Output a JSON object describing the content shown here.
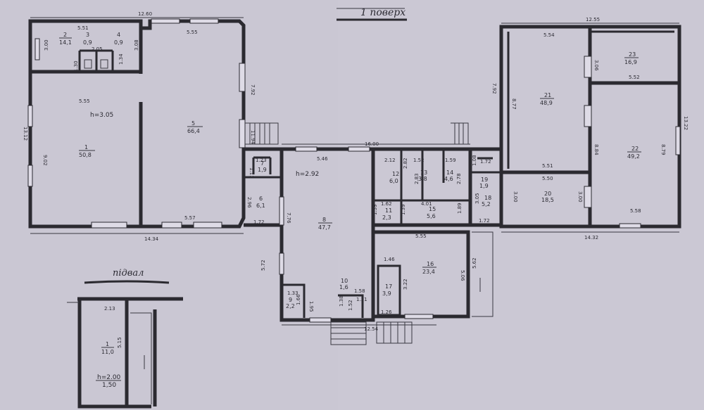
{
  "titles": {
    "floor1": "1 поверх",
    "basement": "підвал"
  },
  "heights": {
    "left": "h=3.05",
    "center": "h=2.92",
    "basement_h": "h=2.00",
    "basement_v": "1,50"
  },
  "rooms": [
    {
      "n": "1",
      "a": "50,8"
    },
    {
      "n": "2",
      "a": "14,1"
    },
    {
      "n": "3",
      "a": "0,9"
    },
    {
      "n": "4",
      "a": "0,9"
    },
    {
      "n": "5",
      "a": "66,4"
    },
    {
      "n": "6",
      "a": "6,1"
    },
    {
      "n": "7",
      "a": "1,9"
    },
    {
      "n": "8",
      "a": "47,7"
    },
    {
      "n": "9",
      "a": "2,2"
    },
    {
      "n": "10",
      "a": "1,6"
    },
    {
      "n": "11",
      "a": "2,3"
    },
    {
      "n": "12",
      "a": "6,0"
    },
    {
      "n": "13",
      "a": "3,8"
    },
    {
      "n": "14",
      "a": "4,6"
    },
    {
      "n": "15",
      "a": "5,6"
    },
    {
      "n": "16",
      "a": "23,4"
    },
    {
      "n": "17",
      "a": "3,9"
    },
    {
      "n": "18",
      "a": "5,2"
    },
    {
      "n": "19",
      "a": "1,9"
    },
    {
      "n": "20",
      "a": "18,5"
    },
    {
      "n": "21",
      "a": "48,9"
    },
    {
      "n": "22",
      "a": "49,2"
    },
    {
      "n": "23",
      "a": "16,9"
    },
    {
      "n": "b1",
      "a": "11,0"
    }
  ],
  "dims": [
    "12.60",
    "5.51",
    "3.00",
    "2.05",
    "1.30",
    "1.34",
    "3.08",
    "5.55",
    "5.55",
    "7.92",
    "13.12",
    "9.02",
    "11.94",
    "2.96",
    "5.57",
    "14.34",
    "1.72",
    "16.00",
    "5.46",
    "2.12",
    "2.82",
    "1.52",
    "2.83",
    "1.59",
    "2.78",
    "1.08",
    "1.72",
    "1.11",
    "1.23",
    "1.62",
    "1.39",
    "4.01",
    "1.39",
    "1.89",
    "3.05",
    "7.76",
    "5.72",
    "5.55",
    "1.46",
    "5.06",
    "5.62",
    "3.22",
    "1.33",
    "1.66",
    "1.95",
    "1.38",
    "1.31",
    "1.52",
    "1.58",
    "1.26",
    "12.54",
    "1.72",
    "12.55",
    "5.54",
    "7.92",
    "3.06",
    "8.77",
    "5.52",
    "8.84",
    "8.79",
    "13.22",
    "5.51",
    "5.50",
    "3.00",
    "3.00",
    "5.58",
    "14.32",
    "2.13",
    "5.15"
  ],
  "room_labels": {
    "b1": "1"
  }
}
